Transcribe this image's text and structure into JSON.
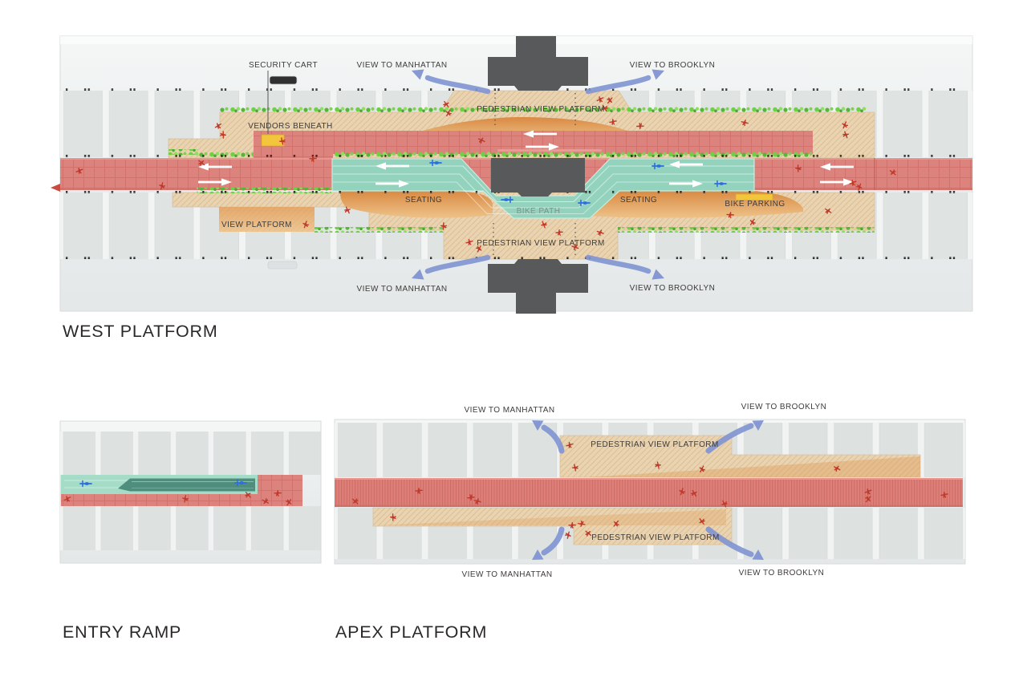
{
  "document": {
    "type": "architectural-plan-sheet",
    "sections": [
      "WEST PLATFORM",
      "ENTRY RAMP",
      "APEX PLATFORM"
    ]
  },
  "west": {
    "title": "WEST PLATFORM",
    "labels": {
      "security_cart": "SECURITY CART",
      "view_to_manhattan_top": "VIEW TO MANHATTAN",
      "view_to_brooklyn_top": "VIEW TO BROOKLYN",
      "pedestrian_view_platform_top": "PEDESTRIAN VIEW PLATFORM",
      "vendors_beneath": "VENDORS BENEATH",
      "seating_left": "SEATING",
      "seating_right": "SEATING",
      "bike_path": "BIKE PATH",
      "view_platform": "VIEW PLATFORM",
      "bike_parking": "BIKE PARKING",
      "pedestrian_view_platform_bottom": "PEDESTRIAN VIEW PLATFORM",
      "view_to_manhattan_bottom": "VIEW TO MANHATTAN",
      "view_to_brooklyn_bottom": "VIEW TO BROOKLYN"
    }
  },
  "entry": {
    "title": "ENTRY RAMP"
  },
  "apex": {
    "title": "APEX PLATFORM",
    "labels": {
      "view_to_manhattan_top": "VIEW TO MANHATTAN",
      "view_to_brooklyn_top": "VIEW TO BROOKLYN",
      "pedestrian_view_platform_top": "PEDESTRIAN VIEW PLATFORM",
      "pedestrian_view_platform_bottom": "PEDESTRIAN VIEW PLATFORM",
      "view_to_manhattan_bottom": "VIEW TO MANHATTAN",
      "view_to_brooklyn_bottom": "VIEW TO BROOKLYN"
    }
  },
  "legend_colors": {
    "pedestrian_path_red": "#dd837d",
    "bike_path_teal": "#93d3bd",
    "boardwalk_tan": "#ead3b1",
    "seating_orange": "#dd9350",
    "vegetation_green": "#6fcf45",
    "view_arrow_blue": "#8094d2",
    "tower_gray": "#58595b",
    "cart_parking_yellow": "#f2c53d",
    "person_red": "#bf3a2b",
    "cyclist_blue": "#2e6de0",
    "deck_gray": "#e9eceb",
    "label_gray": "#3e3c3a"
  }
}
